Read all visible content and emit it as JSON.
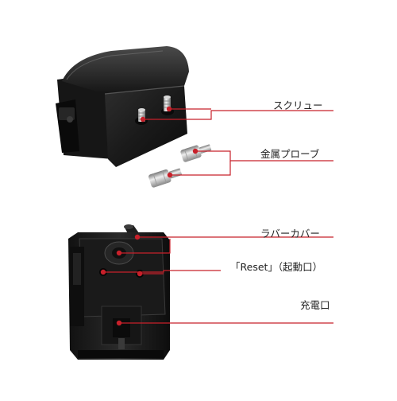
{
  "labels": {
    "screw": "スクリュー",
    "probe": "金属プローブ",
    "rubber_cover": "ラバーカバー",
    "reset": "「Reset」（起動口）",
    "charge_port": "充電口"
  },
  "colors": {
    "leader_line": "#c8202a",
    "marker": "#c8202a",
    "device_body": "#1c1c1c"
  }
}
